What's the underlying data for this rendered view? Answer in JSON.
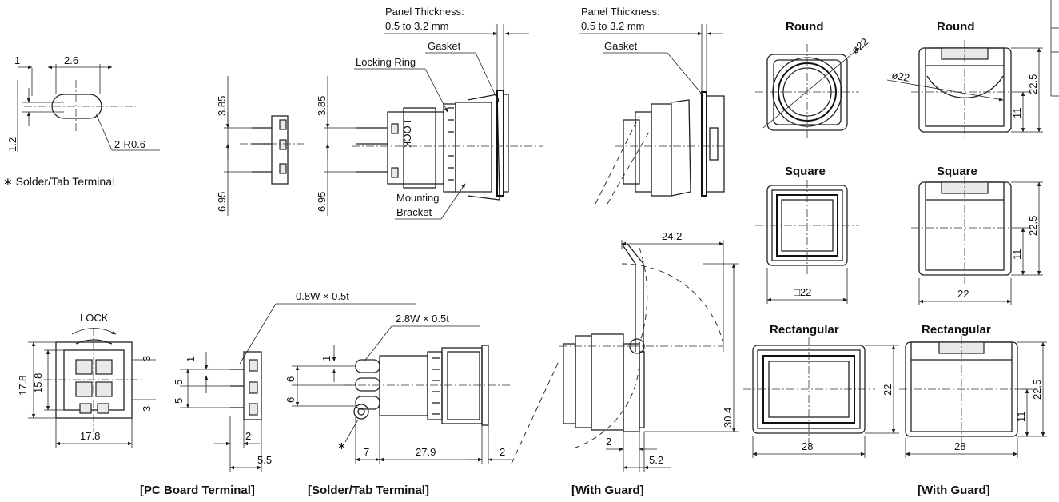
{
  "labels": {
    "panel_thickness_1": "Panel Thickness:",
    "panel_range_1": "0.5 to 3.2 mm",
    "panel_thickness_2": "Panel Thickness:",
    "panel_range_2": "0.5 to 3.2 mm",
    "gasket_1": "Gasket",
    "gasket_2": "Gasket",
    "locking_ring": "Locking Ring",
    "mounting": "Mounting",
    "bracket": "Bracket",
    "lock": "LOCK",
    "lock_vertical": "LOCK",
    "solder_note": "∗ Solder/Tab Terminal",
    "asterisk": "∗",
    "pc_wire": "0.8W × 0.5t",
    "tab_wire": "2.8W × 0.5t",
    "r06": "2-R0.6"
  },
  "headings": {
    "round_1": "Round",
    "round_2": "Round",
    "square_1": "Square",
    "square_2": "Square",
    "rect_1": "Rectangular",
    "rect_2": "Rectangular"
  },
  "captions": {
    "pc_board": "[PC Board Terminal]",
    "solder_tab": "[Solder/Tab Terminal]",
    "with_guard_1": "[With Guard]",
    "with_guard_2": "[With Guard]"
  },
  "dims": {
    "d1": "1",
    "d2_6": "2.6",
    "d1_2": "1.2",
    "d3_85_a": "3.85",
    "d6_95_a": "6.95",
    "d3_85_b": "3.85",
    "d6_95_b": "6.95",
    "d17_8_v": "17.8",
    "d15_8": "15.8",
    "d17_8_h": "17.8",
    "d3_a": "3",
    "d3_b": "3",
    "d1_pc": "1",
    "d5_a": "5",
    "d5_b": "5",
    "d2_pc": "2",
    "d5_5": "5.5",
    "d1_st": "1",
    "d6_a": "6",
    "d6_b": "6",
    "d7": "7",
    "d27_9": "27.9",
    "d2_st": "2",
    "d24_2": "24.2",
    "d30_4": "30.4",
    "d2_g": "2",
    "d5_2": "5.2",
    "phi22_a": "ø22",
    "phi22_b": "ø22",
    "d11_a": "11",
    "d22_5_a": "22.5",
    "sq22": "□22",
    "d22_sq": "22",
    "d11_b": "11",
    "d22_5_b": "22.5",
    "d22_v": "22",
    "d28_a": "28",
    "d28_b": "28",
    "d11_c": "11",
    "d22_5_c": "22.5"
  }
}
